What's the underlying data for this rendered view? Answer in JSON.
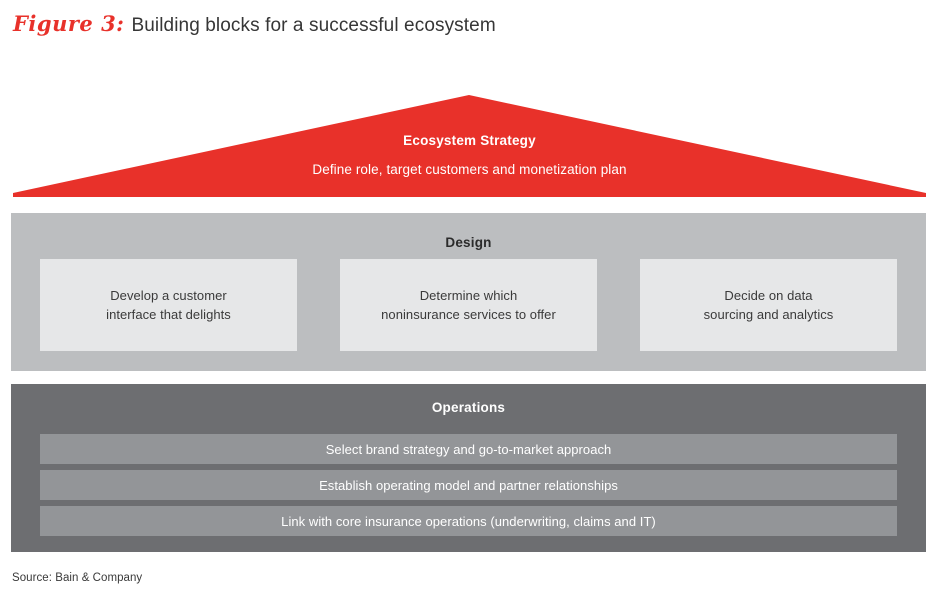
{
  "figure": {
    "label": "Figure 3:",
    "title": "Building blocks for a successful ecosystem",
    "label_color": "#e8312a",
    "title_color": "#363636"
  },
  "roof": {
    "shape": "triangle-roof",
    "fill_color": "#e8312a",
    "heading": "Ecosystem Strategy",
    "subtext": "Define role, target customers and monetization plan"
  },
  "design": {
    "heading": "Design",
    "band_color": "#bcbec0",
    "box_color": "#e6e7e8",
    "boxes": [
      {
        "line1": "Develop a customer",
        "line2": "interface that delights"
      },
      {
        "line1": "Determine which",
        "line2": "noninsurance services to offer"
      },
      {
        "line1": "Decide on data",
        "line2": "sourcing and analytics"
      }
    ]
  },
  "operations": {
    "heading": "Operations",
    "band_color": "#6d6e71",
    "bar_color": "#939598",
    "bars": [
      "Select brand strategy and go-to-market approach",
      "Establish operating model and partner relationships",
      "Link with core insurance operations (underwriting, claims and IT)"
    ]
  },
  "footer": {
    "source": "Source: Bain & Company"
  }
}
